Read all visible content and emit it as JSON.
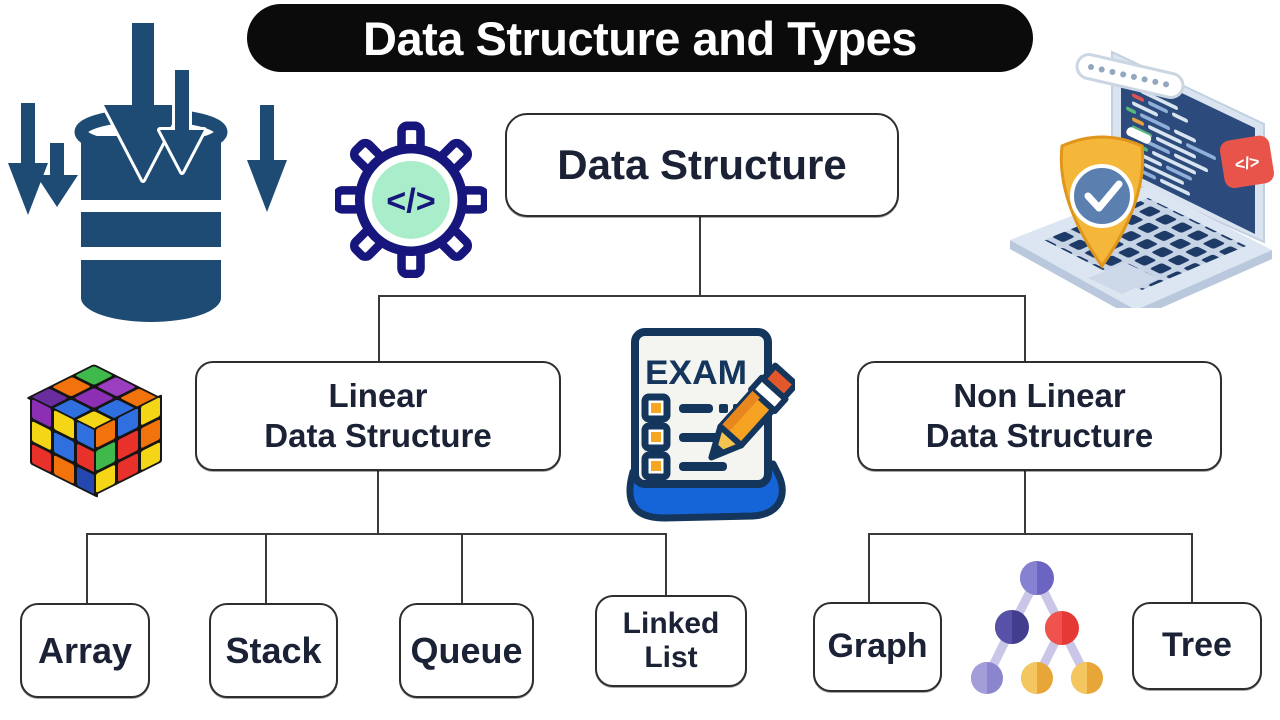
{
  "title": {
    "label": "Data Structure and Types"
  },
  "nodes": {
    "root": {
      "label": "Data Structure"
    },
    "linear": {
      "line1": "Linear",
      "line2": "Data Structure"
    },
    "non_linear": {
      "line1": "Non Linear",
      "line2": "Data Structure"
    },
    "array": {
      "label": "Array"
    },
    "stack": {
      "label": "Stack"
    },
    "queue": {
      "label": "Queue"
    },
    "linked_list": {
      "line1": "Linked",
      "line2": "List"
    },
    "graph": {
      "label": "Graph"
    },
    "tree": {
      "label": "Tree"
    }
  },
  "icons": {
    "gear_code": {
      "glyph": "</>"
    },
    "exam": {
      "label": "EXAM"
    },
    "code_tag": {
      "glyph": "</>"
    }
  },
  "colors": {
    "background": "#ffffff",
    "title_bg": "#0b0b0b",
    "title_text": "#ffffff",
    "node_bg": "#ffffff",
    "node_border": "#2e2e2e",
    "node_text": "#1b2236",
    "connector": "#3a3a3a",
    "database_navy": "#1d4b74",
    "gear_navy": "#16167c",
    "gear_mint": "#a9edca",
    "exam_navy": "#14365c",
    "exam_blue": "#1565d8",
    "exam_orange": "#f5a623",
    "pencil_orange": "#f6a323",
    "shield_yellow": "#f5b73a",
    "shield_badge_blue": "#5b80b0",
    "screen_blue": "#2c4a7c",
    "laptop_body": "#dce6f2",
    "code_tag_red": "#e8544a",
    "tree_deco_purple": "#6b64c2",
    "tree_deco_indigo": "#433d8f",
    "tree_deco_red": "#e53935",
    "tree_deco_yellow": "#e8a639",
    "tree_deco_edge": "#c9c6e8"
  }
}
